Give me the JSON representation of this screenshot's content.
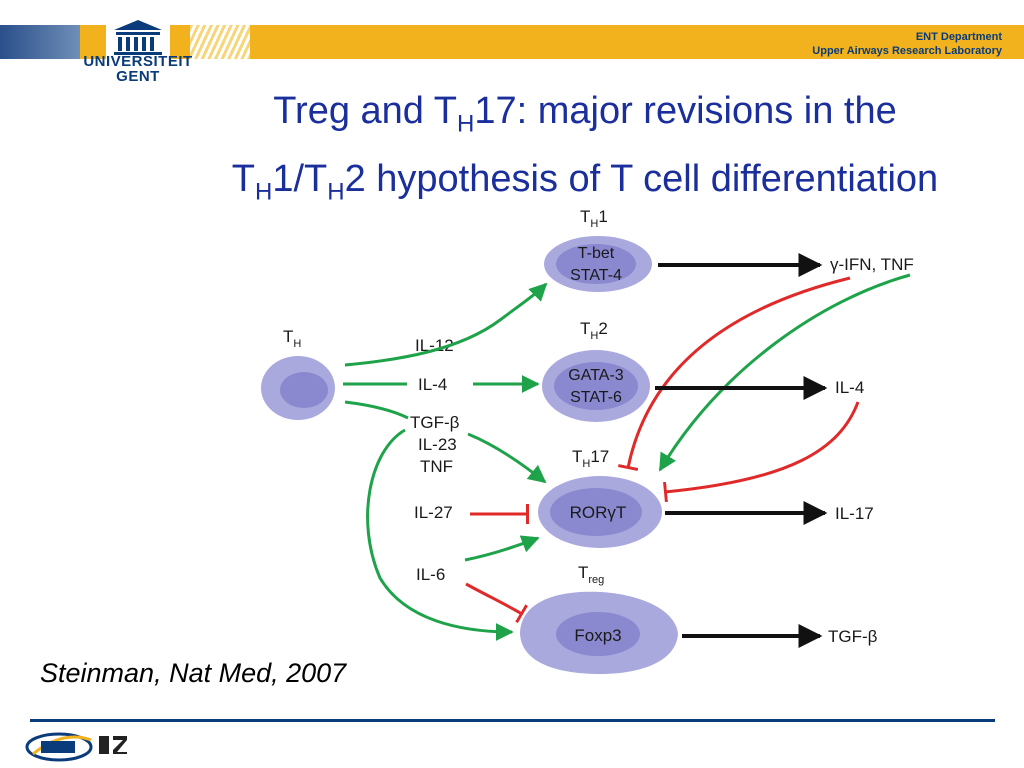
{
  "header": {
    "university_line1": "UNIVERSITEIT",
    "university_line2": "GENT",
    "dept_line1": "ENT Department",
    "dept_line2": "Upper Airways Research Laboratory"
  },
  "title": {
    "line1_pre": "Treg and T",
    "line1_sub": "H",
    "line1_post": "17: major revisions in the",
    "line2_a": "T",
    "line2_sub1": "H",
    "line2_b": "1/T",
    "line2_sub2": "H",
    "line2_c": "2 hypothesis of T cell differentiation"
  },
  "diagram": {
    "th_label": "T",
    "th_sub": "H",
    "th1_label": "T",
    "th1_sub": "H",
    "th1_suffix": "1",
    "th1_tf1": "T-bet",
    "th1_tf2": "STAT-4",
    "th2_label": "T",
    "th2_sub": "H",
    "th2_suffix": "2",
    "th2_tf1": "GATA-3",
    "th2_tf2": "STAT-6",
    "th17_label": "T",
    "th17_sub": "H",
    "th17_suffix": "17",
    "th17_tf": "RORγT",
    "treg_label": "T",
    "treg_sub": "reg",
    "treg_tf": "Foxp3",
    "il12": "IL-12",
    "il4_in": "IL-4",
    "tgfb_in": "TGF-β",
    "il23": "IL-23",
    "tnf": "TNF",
    "il27": "IL-27",
    "il6": "IL-6",
    "out_th1": "γ-IFN, TNF",
    "out_th2": "IL-4",
    "out_th17": "IL-17",
    "out_treg": "TGF-β"
  },
  "citation": "Steinman, Nat Med, 2007",
  "colors": {
    "activate": "#1fa34a",
    "inhibit": "#e02a2a",
    "output": "#111111",
    "cell": "#a9a9de",
    "nucleus": "#8a88cf"
  }
}
